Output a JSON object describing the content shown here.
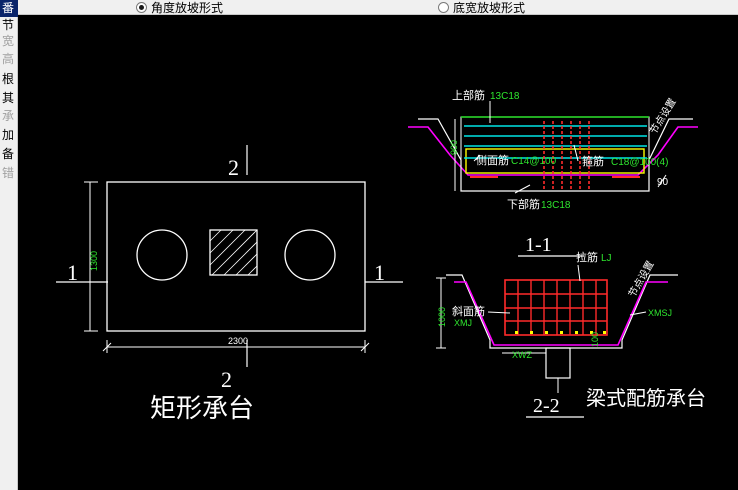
{
  "options": {
    "angle_label": "角度放坡形式",
    "width_label": "底宽放坡形式",
    "selected": "angle"
  },
  "side_panel": {
    "items": [
      "番",
      "节",
      "宽",
      "高",
      "根",
      "其",
      "承",
      "加",
      "备",
      "错"
    ]
  },
  "rect_cap": {
    "title": "矩形承台",
    "section_top": "2",
    "section_bottom": "2",
    "section_left": "1",
    "section_right": "1",
    "dim_width": "2300",
    "dim_height": "1300"
  },
  "section_1_1": {
    "title": "1-1",
    "top_bar_label": "上部筋",
    "top_bar_value": "13C18",
    "side_bar_label": "侧面筋",
    "side_bar_value": "C14@100",
    "stirrup_label": "箍筋",
    "stirrup_value": "C18@100(4)",
    "bottom_bar_label": "下部筋",
    "bottom_bar_value": "13C18",
    "slope_label": "节点设置",
    "angle_value": "90",
    "depth_value": "900"
  },
  "section_2_2": {
    "title": "2-2",
    "tie_label": "拉筋",
    "tie_value": "LJ",
    "slope_label": "斜面筋",
    "slope_code": "XMJ",
    "node_label": "节点设置",
    "xmsj_code": "XMSJ",
    "xwz_code": "XWZ",
    "depth_value": "1000",
    "small_dim": "100"
  },
  "caption": {
    "beam_title": "梁式配筋承台"
  },
  "colors": {
    "canvas_bg": "#000000",
    "line": "#ffffff",
    "green": "#2ee62e",
    "yellow": "#ffff00",
    "cyan": "#00e5e5",
    "red": "#ff2a2a",
    "magenta": "#ff00ff"
  }
}
